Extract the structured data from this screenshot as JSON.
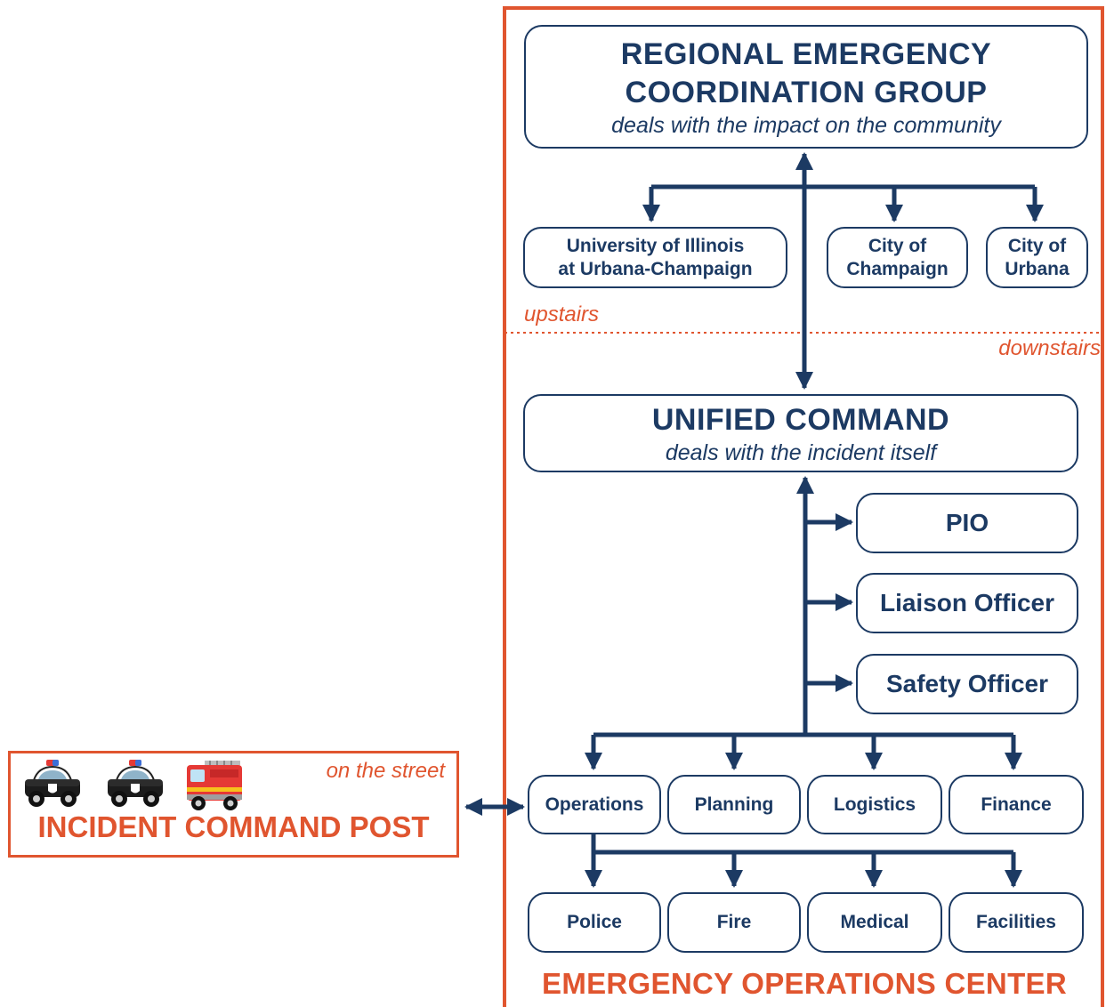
{
  "regional_group": {
    "title_line1": "REGIONAL EMERGENCY",
    "title_line2": "COORDINATION GROUP",
    "subtitle": "deals with the impact on the community"
  },
  "member_orgs": [
    {
      "line1": "University of Illinois",
      "line2": "at Urbana-Champaign"
    },
    {
      "line1": "City of",
      "line2": "Champaign"
    },
    {
      "line1": "City of",
      "line2": "Urbana"
    }
  ],
  "floors": {
    "upstairs": "upstairs",
    "downstairs": "downstairs"
  },
  "unified_command": {
    "title": "UNIFIED COMMAND",
    "subtitle": "deals with the incident itself"
  },
  "command_staff": [
    "PIO",
    "Liaison Officer",
    "Safety Officer"
  ],
  "general_staff": [
    "Operations",
    "Planning",
    "Logistics",
    "Finance"
  ],
  "operations_branches": [
    "Police",
    "Fire",
    "Medical",
    "Facilities"
  ],
  "eoc_label": "EMERGENCY OPERATIONS CENTER",
  "incident_command_post": {
    "title": "INCIDENT COMMAND POST",
    "location": "on the street",
    "vehicles": [
      "police-car",
      "police-car",
      "fire-engine"
    ]
  },
  "colors": {
    "navy": "#1c3a63",
    "orange": "#e0552f"
  }
}
